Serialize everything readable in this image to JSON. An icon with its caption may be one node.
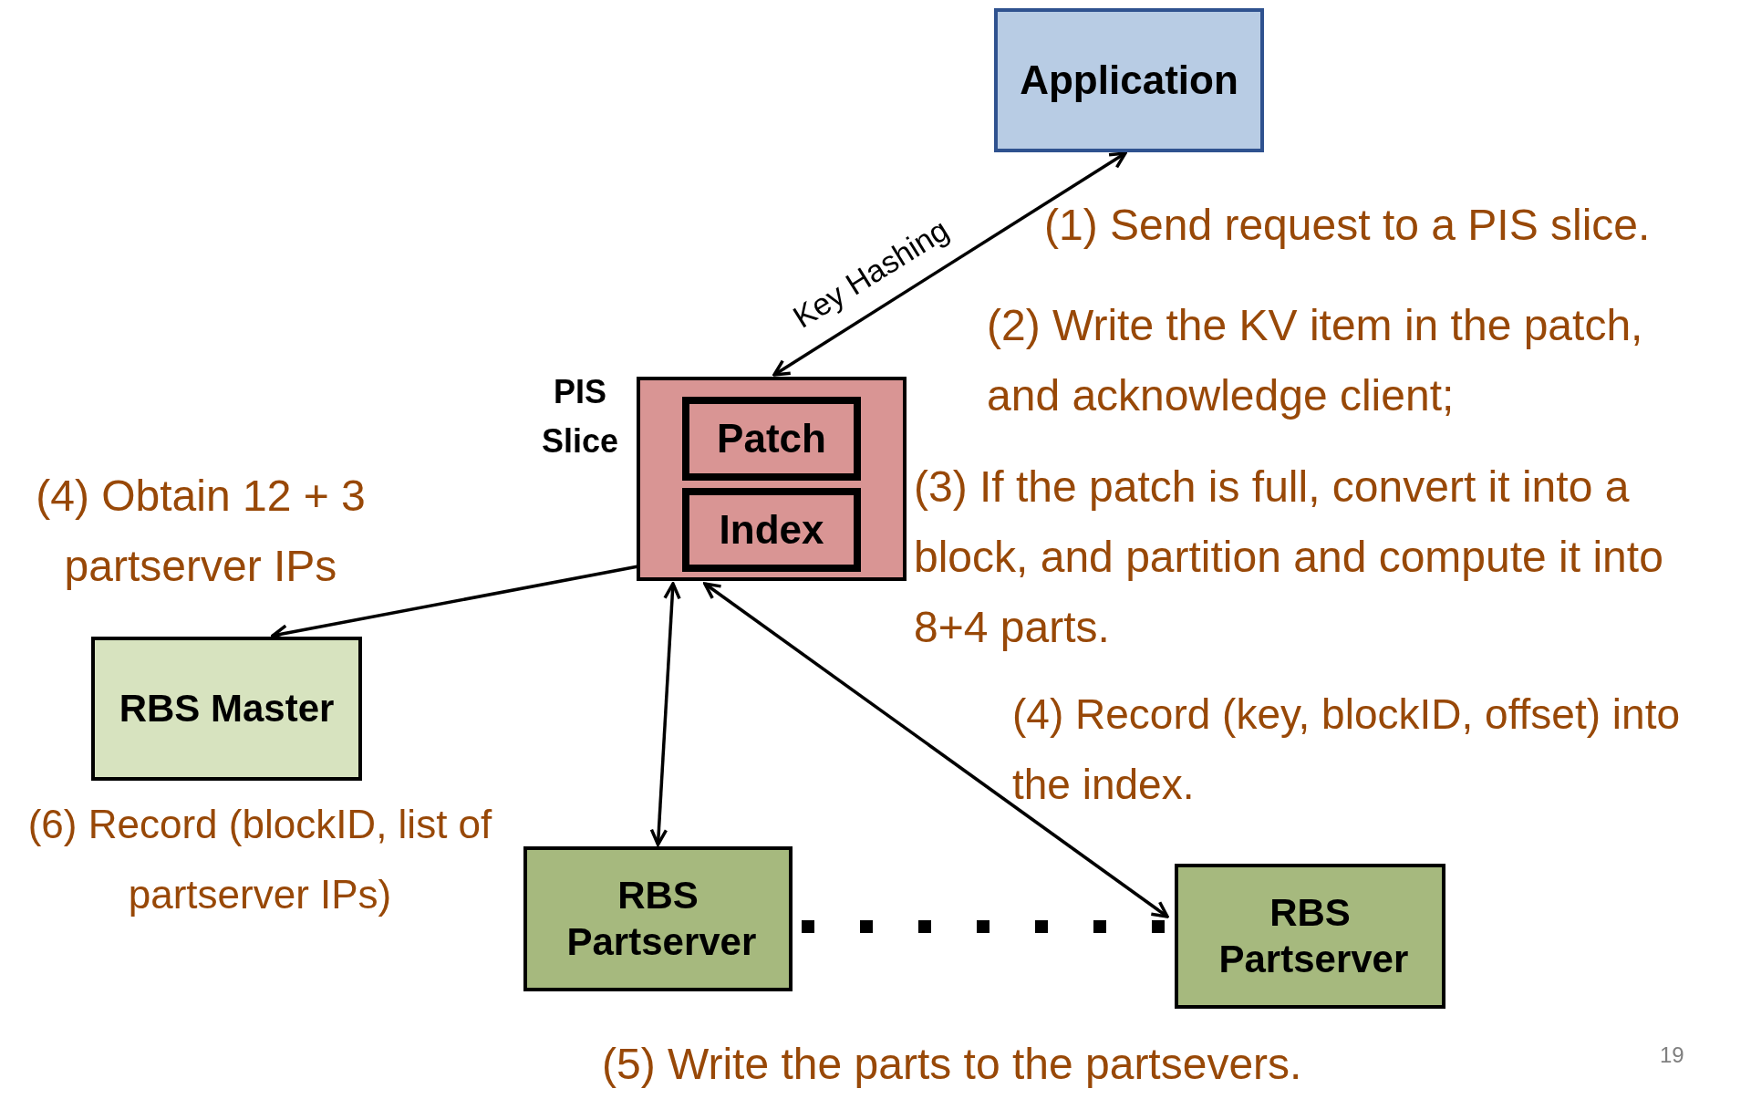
{
  "diagram": {
    "nodes": [
      {
        "text": [
          "Application"
        ]
      },
      {
        "text": [
          "PIS Slice"
        ]
      },
      {
        "text": [
          "Patch"
        ],
        "in": 1
      },
      {
        "text": [
          "Index"
        ],
        "in": 1
      },
      {
        "text": [
          "RBS Master"
        ]
      },
      {
        "text": [
          "RBS Partserver"
        ]
      },
      {
        "text": [
          "RBS Partserver"
        ]
      }
    ],
    "edges": [
      {
        "from": 0,
        "to": 1,
        "arrow": "both",
        "label": "Key Hashing"
      },
      {
        "from": 3,
        "to": 4,
        "arrow": "both"
      },
      {
        "from": 1,
        "to": 5,
        "arrow": "both"
      },
      {
        "from": 1,
        "to": 6,
        "arrow": "both"
      },
      {
        "from": 5,
        "to": 6,
        "arrow": "none",
        "style": "dashed"
      }
    ],
    "labels": [
      "(1) Send request to a PIS slice.",
      "(2) Write the KV item in the patch, and acknowledge client;",
      "(3) If the patch is full, convert it into a block, and partition and compute it into 8+4 parts.",
      "(4) Obtain 12 + 3 partserver IPs",
      "(4) Record (key, blockID, offset) into the index.",
      "(6) Record (blockID, list of partserver IPs)",
      "(5) Write the parts to the partsevers.",
      "19"
    ]
  }
}
